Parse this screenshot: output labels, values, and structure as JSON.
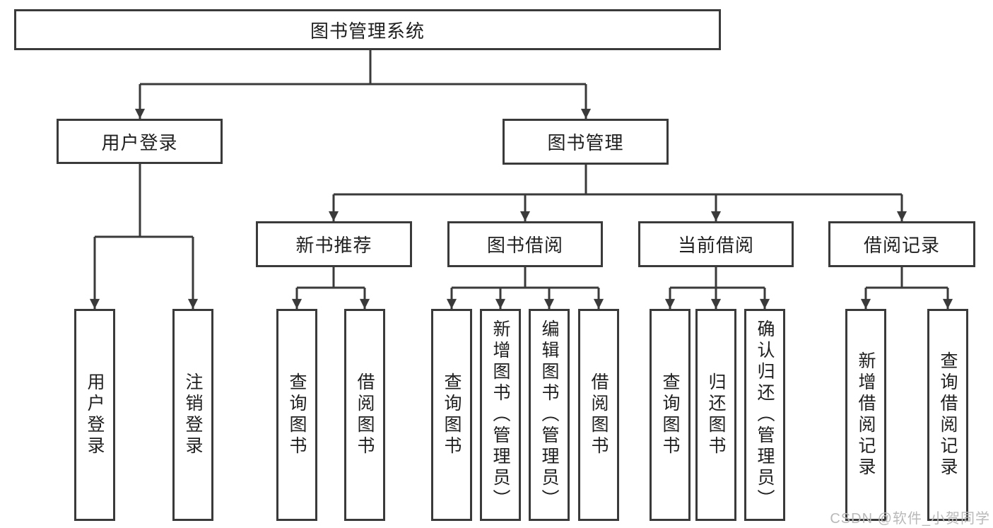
{
  "tree": {
    "root": "图书管理系统",
    "children": [
      {
        "label": "用户登录",
        "children": [
          "用户登录",
          "注销登录"
        ]
      },
      {
        "label": "图书管理",
        "children": [
          {
            "label": "新书推荐",
            "children": [
              "查询图书",
              "借阅图书"
            ]
          },
          {
            "label": "图书借阅",
            "children": [
              "查询图书",
              "新增图书（管理员）",
              "编辑图书（管理员）",
              "借阅图书"
            ]
          },
          {
            "label": "当前借阅",
            "children": [
              "查询图书",
              "归还图书",
              "确认归还（管理员）"
            ]
          },
          {
            "label": "借阅记录",
            "children": [
              "新增借阅记录",
              "查询借阅记录"
            ]
          }
        ]
      }
    ]
  },
  "watermark": {
    "text": "CSDN @软件_小贺同学"
  },
  "colors": {
    "line": "#3a3a3a",
    "box-border": "#3a3a3a",
    "box-bg": "#ffffff",
    "text": "#1f1f1f",
    "watermark": "#b9b9b9",
    "background": "#ffffff"
  }
}
